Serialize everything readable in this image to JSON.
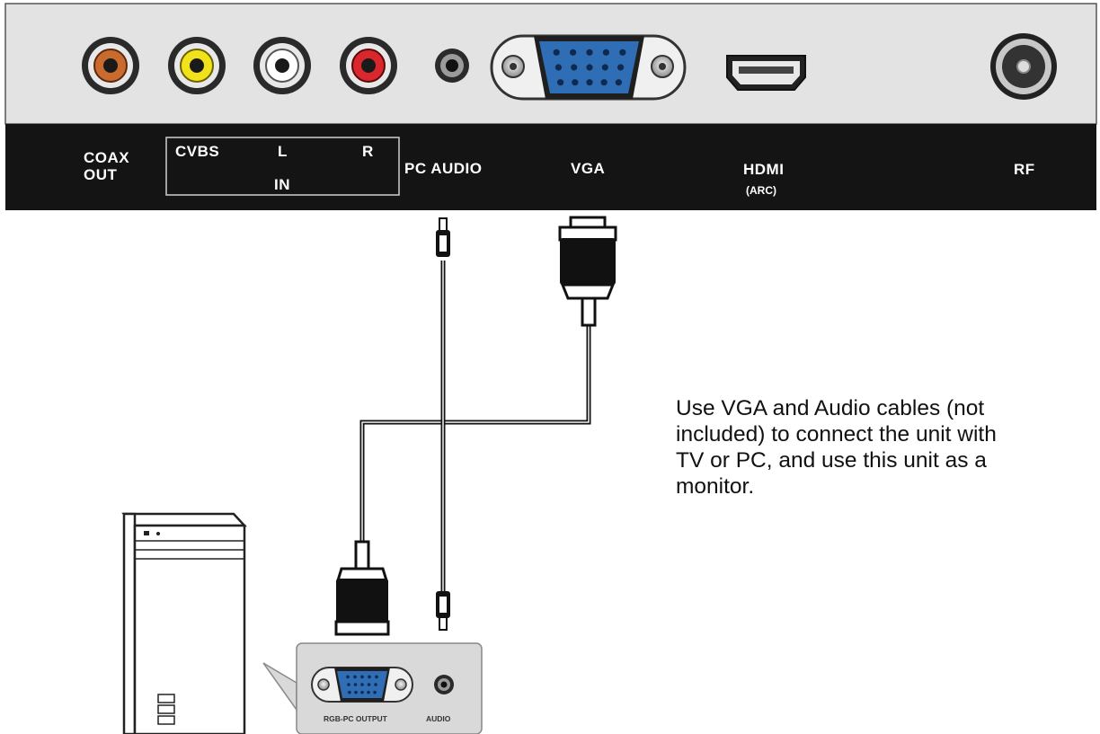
{
  "panel": {
    "coax_out": [
      "COAX",
      "OUT"
    ],
    "cvbs": "CVBS",
    "left": "L",
    "right": "R",
    "in": "IN",
    "pc_audio": "PC AUDIO",
    "vga": "VGA",
    "hdmi": "HDMI",
    "arc": "(ARC)",
    "rf": "RF"
  },
  "pc_panel": {
    "rgb_output": "RGB-PC OUTPUT",
    "audio": "AUDIO"
  },
  "description": {
    "lines": [
      "Use VGA and Audio cables (not",
      "included) to connect the unit with",
      "TV or PC, and use this unit as a",
      "monitor."
    ]
  },
  "colors": {
    "coax_jack": "#c96a2e",
    "cvbs_jack": "#f2e21b",
    "audio_left_jack": "#ffffff",
    "audio_right_jack": "#d8272d",
    "vga_port": "#2f6db5",
    "panel_top": "#e3e3e3",
    "panel_label_bar": "#141414"
  }
}
